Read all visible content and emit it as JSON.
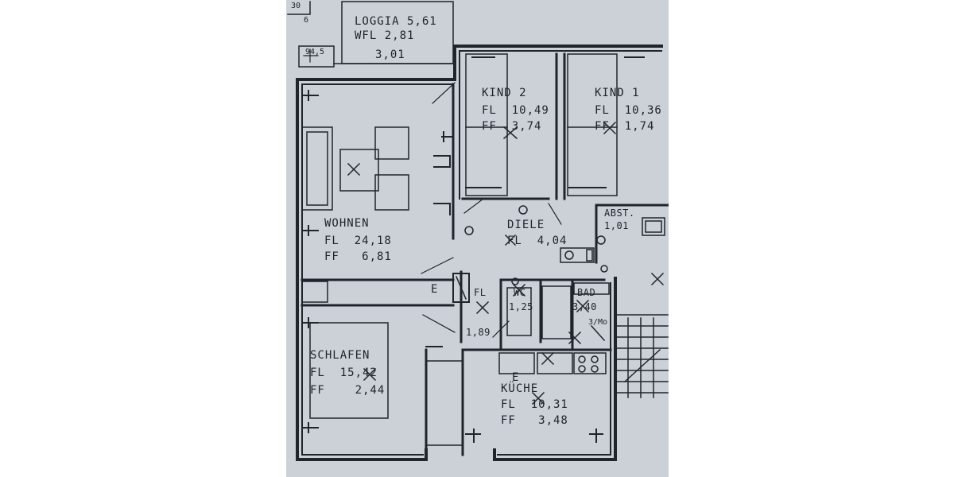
{
  "plan": {
    "dims": {
      "top_left_a": "30",
      "top_left_b": "6",
      "corner": "94,5"
    },
    "rooms": {
      "loggia": {
        "name": "LOGGIA 5,61",
        "wfl": "WFL 2,81",
        "extra": "3,01"
      },
      "kind2": {
        "name": "KIND 2",
        "fl": "FL  10,49",
        "ff": "FF  3,74"
      },
      "kind1": {
        "name": "KIND 1",
        "fl": "FL  10,36",
        "ff": "FF  1,74"
      },
      "wohnen": {
        "name": "WOHNEN",
        "fl": "FL  24,18",
        "ff": "FF   6,81"
      },
      "diele": {
        "name": "DIELE",
        "fl": "FL  4,04"
      },
      "abst": {
        "name": "ABST.",
        "fl": "1,01"
      },
      "fl_small": {
        "name": "FL",
        "fl": "1,89"
      },
      "wc": {
        "name": "WC",
        "fl": "1,25"
      },
      "bad": {
        "name": "BAD",
        "fl": "3,40",
        "note": "3/Mo"
      },
      "schlafen": {
        "name": "SCHLAFEN",
        "fl": "FL  15,42",
        "ff": "FF    2,44"
      },
      "kueche": {
        "name": "KÜCHE",
        "fl": "FL  10,31",
        "ff": "FF   3,48"
      }
    },
    "symbols": {
      "e_wohnen": "E",
      "e_kueche": "E"
    },
    "colors": {
      "paper": "#ccd1d8",
      "ink": "#20242b"
    }
  }
}
